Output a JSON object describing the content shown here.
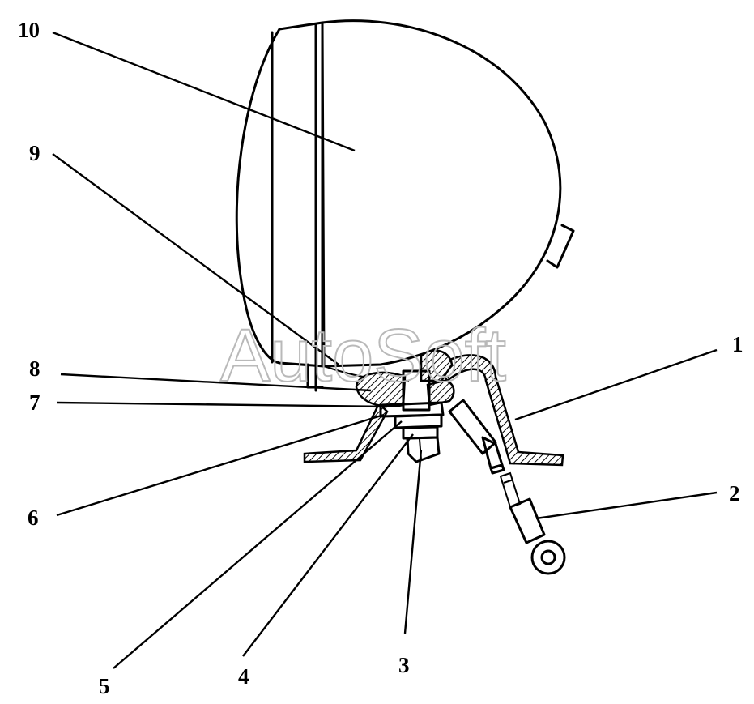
{
  "callouts": [
    {
      "id": "1",
      "label": "1"
    },
    {
      "id": "2",
      "label": "2"
    },
    {
      "id": "3",
      "label": "3"
    },
    {
      "id": "4",
      "label": "4"
    },
    {
      "id": "5",
      "label": "5"
    },
    {
      "id": "6",
      "label": "6"
    },
    {
      "id": "7",
      "label": "7"
    },
    {
      "id": "8",
      "label": "8"
    },
    {
      "id": "9",
      "label": "9"
    },
    {
      "id": "10",
      "label": "10"
    }
  ],
  "watermark": "AutoSoft",
  "colors": {
    "ink": "#000000",
    "watermark": "#b9b9b9",
    "background": "#ffffff"
  }
}
